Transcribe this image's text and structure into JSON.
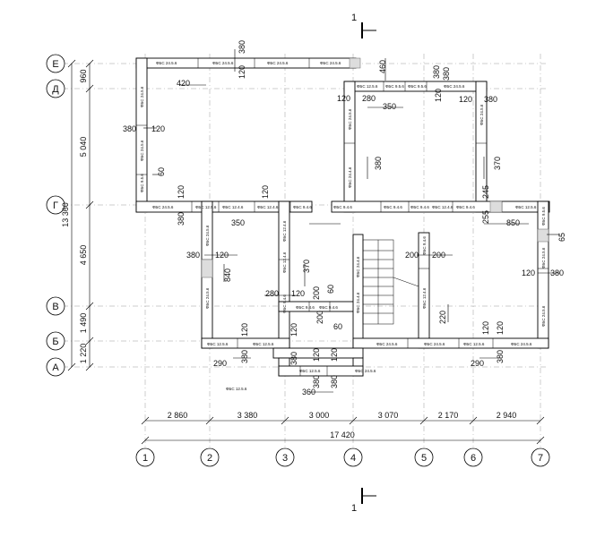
{
  "section_marks": [
    "1",
    "1"
  ],
  "row_axes": [
    "Е",
    "Д",
    "Г",
    "В",
    "Б",
    "А"
  ],
  "col_axes": [
    "1",
    "2",
    "3",
    "4",
    "5",
    "6",
    "7"
  ],
  "row_dims": [
    "960",
    "5 040",
    "4 650",
    "1 490",
    "1 220"
  ],
  "row_total": "13 360",
  "col_dims": [
    "2 860",
    "3 380",
    "3 000",
    "3 070",
    "2 170",
    "2 940"
  ],
  "col_total": "17 420",
  "dims": [
    "380",
    "120",
    "460",
    "380",
    "420",
    "380",
    "120",
    "280",
    "120",
    "350",
    "380",
    "120",
    "380",
    "370",
    "380",
    "120",
    "60",
    "120",
    "120",
    "245",
    "380",
    "350",
    "255",
    "850",
    "65",
    "380",
    "120",
    "840",
    "280",
    "120",
    "370",
    "200",
    "200",
    "60",
    "200",
    "200",
    "120",
    "380",
    "60",
    "220",
    "120",
    "380",
    "290",
    "120",
    "380",
    "120",
    "380",
    "360",
    "120",
    "290",
    "120",
    "380",
    "120",
    "380"
  ],
  "block_labels": [
    "ФБС 24.5.6",
    "ФБС 24.5.6",
    "ФБС 24.5.6",
    "ФБС 24.5.6",
    "ФБС 12.5.6",
    "ФБС 9.5.6",
    "ФБС 9.5.6",
    "ФБС 24.5.6",
    "ФБС 24.5.6",
    "ФБС 24.5.6",
    "ФБС 24.5.6",
    "ФБС 9.5.6",
    "ФБС 24.5.6",
    "ФБС 12.5.6",
    "ФБС 12.4.6",
    "ФБС 12.4.6",
    "ФБС 9.4.6",
    "ФБС 9.4.6",
    "ФБС 24.4.6",
    "ФБС 9.4.6",
    "ФБС 9.4.6",
    "ФБС 12.4.6",
    "ФБС 9.4.6",
    "ФБС 24.5.6",
    "ФБС 12.5.6",
    "ФБС 9.5.6",
    "ФБС 24.5.6",
    "ФБС 24.5.6",
    "ФБС 12.4.6",
    "ФБС 12.4.6",
    "ФБС 9.4.6",
    "ФБС 9.4.6",
    "ФБС 24.4.6",
    "ФБС 9.4.6",
    "ФБС 24.4.6",
    "ФБС 9.4.6",
    "ФБС 12.4.6",
    "ФБС 24.5.6",
    "ФБС 24.5.6",
    "ФБС 24.5.6",
    "ФБС 24.5.6",
    "ФБС 12.5.6",
    "ФБС 24.5.6",
    "ФБС 12.5.6",
    "ФБС 12.5.6",
    "ФБС 12.5.6",
    "ФБС 12.5.6",
    "ФБС 24.5.6"
  ]
}
